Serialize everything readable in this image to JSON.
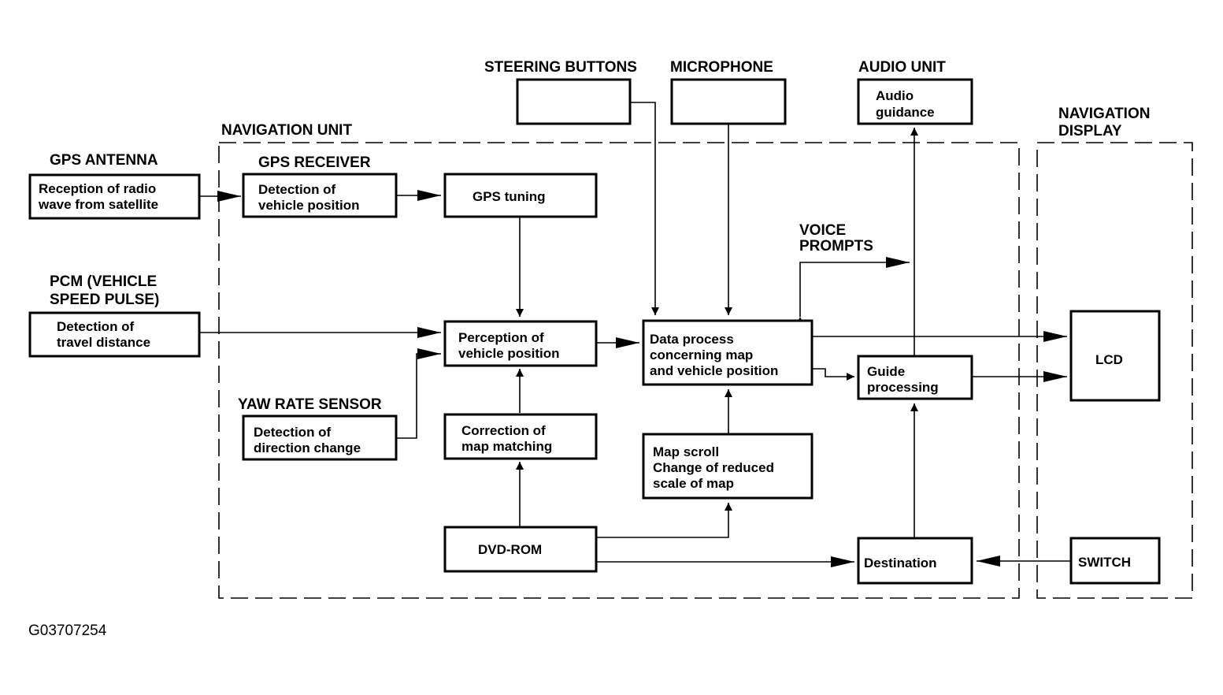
{
  "figure_id": "G03707254",
  "regions": {
    "navigation_unit": "NAVIGATION UNIT",
    "navigation_display": [
      "NAVIGATION",
      "DISPLAY"
    ]
  },
  "external_labels": {
    "steering_buttons": "STEERING BUTTONS",
    "microphone": "MICROPHONE",
    "audio_unit": "AUDIO UNIT",
    "gps_antenna": "GPS ANTENNA",
    "gps_receiver": "GPS RECEIVER",
    "pcm": [
      "PCM (VEHICLE",
      "SPEED PULSE)"
    ],
    "yaw_rate_sensor": "YAW RATE SENSOR",
    "voice_prompts": [
      "VOICE",
      "PROMPTS"
    ]
  },
  "blocks": {
    "audio_guidance": [
      "Audio",
      "guidance"
    ],
    "gps_antenna": [
      "Reception of radio",
      "wave from satellite"
    ],
    "gps_receiver": [
      "Detection of",
      "vehicle position"
    ],
    "gps_tuning": [
      "GPS tuning"
    ],
    "pcm": [
      "Detection of",
      "travel distance"
    ],
    "perception": [
      "Perception of",
      "vehicle position"
    ],
    "data_process": [
      "Data process",
      "concerning map",
      "and vehicle position"
    ],
    "guide_processing": [
      "Guide",
      "processing"
    ],
    "lcd": [
      "LCD"
    ],
    "yaw_rate": [
      "Detection of",
      "direction change"
    ],
    "correction": [
      "Correction of",
      "map matching"
    ],
    "map_scroll": [
      "Map scroll",
      "Change of reduced",
      "scale of map"
    ],
    "dvd_rom": [
      "DVD-ROM"
    ],
    "destination": [
      "Destination"
    ],
    "switch": [
      "SWITCH"
    ]
  }
}
